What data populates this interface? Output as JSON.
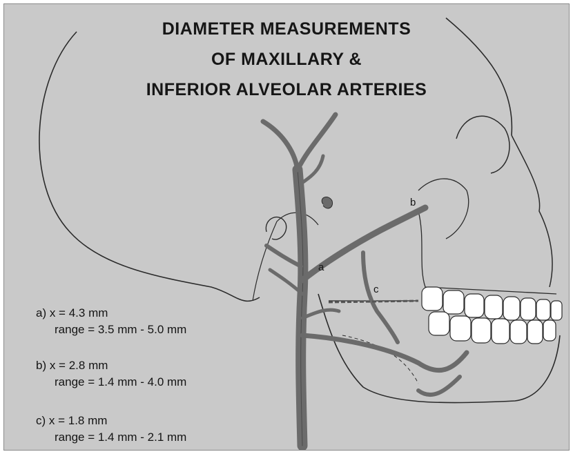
{
  "title": {
    "line1": "DIAMETER MEASUREMENTS",
    "line2": "OF  MAXILLARY &",
    "line3": "INFERIOR ALVEOLAR  ARTERIES"
  },
  "labels": {
    "a": "a",
    "b": "b",
    "c": "c"
  },
  "measurements": [
    {
      "mean": "a) x = 4.3 mm",
      "range": "range = 3.5 mm - 5.0 mm"
    },
    {
      "mean": "b) x = 2.8 mm",
      "range": "range = 1.4 mm - 4.0 mm"
    },
    {
      "mean": "c) x = 1.8 mm",
      "range": "range = 1.4 mm - 2.1 mm"
    }
  ],
  "colors": {
    "background": "#c9c9c9",
    "artery": "#6b6b6b",
    "outline": "#2a2a2a",
    "teeth": "#ffffff"
  }
}
